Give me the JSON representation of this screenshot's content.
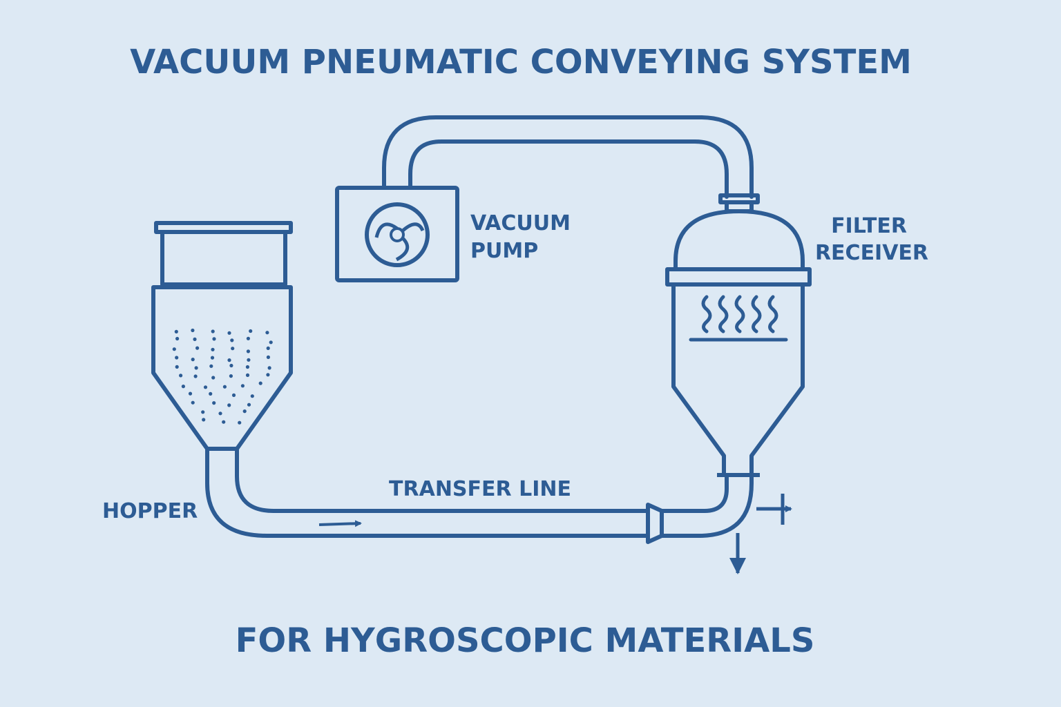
{
  "title": "VACUUM PNEUMATIC CONVEYING SYSTEM",
  "subtitle": "FOR HYGROSCOPIC MATERIALS",
  "labels": {
    "vacuum_pump_line1": "VACUUM",
    "vacuum_pump_line2": "PUMP",
    "filter_receiver_line1": "FILTER",
    "filter_receiver_line2": "RECEIVER",
    "hopper": "HOPPER",
    "transfer_line": "TRANSFER LINE"
  },
  "colors": {
    "line": "#2d5c94",
    "background": "#dde9f4"
  },
  "icons": {
    "pump_symbol": "fan-impeller-icon",
    "filter_symbol": "wavy-filter-icon",
    "flow_direction": "arrow-right-icon"
  }
}
